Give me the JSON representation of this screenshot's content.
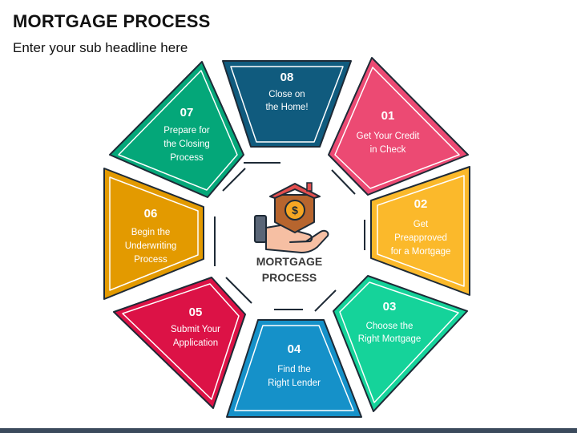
{
  "header": {
    "title": "MORTGAGE PROCESS",
    "subtitle": "Enter your sub headline here"
  },
  "center": {
    "line1": "MORTGAGE",
    "line2": "PROCESS",
    "icon": "house-in-hand-dollar-icon"
  },
  "steps": [
    {
      "number": "01",
      "lines": [
        "Get Your Credit",
        "in Check"
      ],
      "color": "#ec4a73"
    },
    {
      "number": "02",
      "lines": [
        "Get",
        "Preapproved",
        "for a Mortgage"
      ],
      "color": "#fbb92b"
    },
    {
      "number": "03",
      "lines": [
        "Choose the",
        "Right Mortgage"
      ],
      "color": "#15d39a"
    },
    {
      "number": "04",
      "lines": [
        "Find the",
        "Right Lender"
      ],
      "color": "#1591c9"
    },
    {
      "number": "05",
      "lines": [
        "Submit Your",
        "Application"
      ],
      "color": "#dc1246"
    },
    {
      "number": "06",
      "lines": [
        "Begin the",
        "Underwriting",
        "Process"
      ],
      "color": "#e39a00"
    },
    {
      "number": "07",
      "lines": [
        "Prepare for",
        "the Closing",
        "Process"
      ],
      "color": "#04a779"
    },
    {
      "number": "08",
      "lines": [
        "Close on",
        "the Home!"
      ],
      "color": "#105b7e"
    }
  ]
}
